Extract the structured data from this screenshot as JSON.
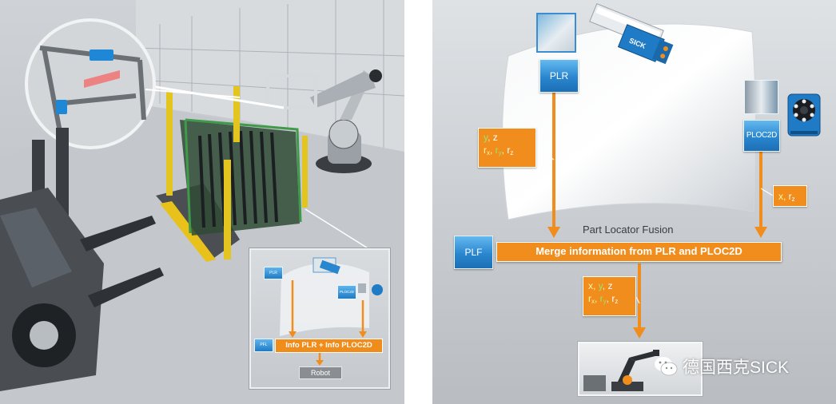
{
  "left_inset": {
    "plr_label": "PLR",
    "ploc2d_label": "PLOC2D",
    "plf_label": "PFL",
    "merge_label": "Info PLR + Info PLOC2D",
    "robot_label": "Robot"
  },
  "diagram": {
    "plr_label": "PLR",
    "ploc2d_label": "PLOC2D",
    "plf_label": "PLF",
    "fusion_title": "Part Locator Fusion",
    "merge_label": "Merge information from PLR and PLOC2D",
    "plr_output": {
      "line1": [
        {
          "t": "y",
          "c": "g"
        },
        {
          "t": ", ",
          "c": "y"
        },
        {
          "t": "z",
          "c": "w"
        }
      ],
      "line2": [
        {
          "t": "r",
          "s": "x",
          "c": "y"
        },
        {
          "t": ", ",
          "c": "y"
        },
        {
          "t": "r",
          "s": "y",
          "c": "g"
        },
        {
          "t": ", ",
          "c": "y"
        },
        {
          "t": "r",
          "s": "z",
          "c": "w"
        }
      ]
    },
    "ploc2d_output": {
      "line1": [
        {
          "t": "x",
          "c": "y"
        },
        {
          "t": ", ",
          "c": "y"
        },
        {
          "t": "r",
          "s": "z",
          "c": "w"
        }
      ]
    },
    "merged_output": {
      "line1": [
        {
          "t": "x",
          "c": "y"
        },
        {
          "t": ", ",
          "c": "y"
        },
        {
          "t": "y",
          "c": "g"
        },
        {
          "t": ", ",
          "c": "y"
        },
        {
          "t": "z",
          "c": "w"
        }
      ],
      "line2": [
        {
          "t": "r",
          "s": "x",
          "c": "y"
        },
        {
          "t": ", ",
          "c": "y"
        },
        {
          "t": "r",
          "s": "y",
          "c": "g"
        },
        {
          "t": ", ",
          "c": "y"
        },
        {
          "t": "r",
          "s": "z",
          "c": "w"
        }
      ]
    },
    "camera_brand": "SICK"
  },
  "watermark": {
    "text": "德国西克SICK"
  },
  "colors": {
    "orange": "#f18d1c",
    "blue": "#2a86cf",
    "green_text": "#9ee36a",
    "yellow_text": "#fff7a3"
  }
}
